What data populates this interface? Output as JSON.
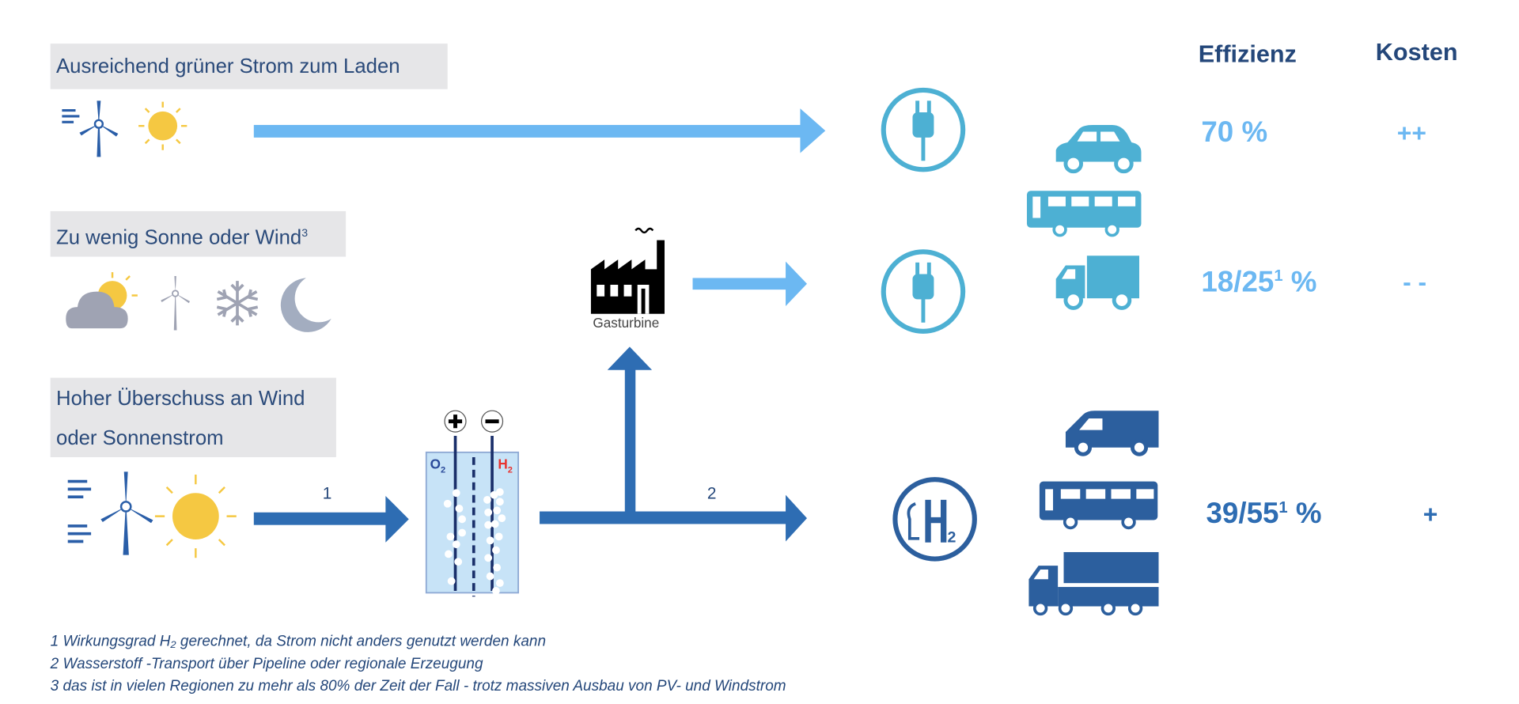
{
  "header": {
    "efficiency": "Effizienz",
    "cost": "Kosten"
  },
  "scenarios": [
    {
      "label": "Ausreichend grüner Strom zum Laden",
      "efficiency": "70 %",
      "cost": "++"
    },
    {
      "label": "Zu wenig Sonne  oder Wind",
      "label_sup": "3",
      "efficiency_main": "18/25",
      "efficiency_sup": "1",
      "efficiency_unit": " %",
      "cost": "- -"
    },
    {
      "label_line1": "Hoher Überschuss an Wind",
      "label_line2": "oder Sonnenstrom",
      "efficiency_main": "39/55",
      "efficiency_sup": "1",
      "efficiency_unit": " %",
      "cost": "+"
    }
  ],
  "factory_label": "Gasturbine",
  "arrow_labels": {
    "a1": "1",
    "a2": "2"
  },
  "electrolyzer": {
    "anode": "O",
    "cathode": "H",
    "subscript": "2"
  },
  "footnotes": [
    "1 Wirkungsgrad H₂ gerechnet, da Strom  nicht anders genutzt werden kann",
    "2 Wasserstoff -Transport über Pipeline oder regionale Erzeugung",
    "3 das ist in vielen Regionen zu mehr als 80% der Zeit der Fall - trotz massiven Ausbau von PV- und Windstrom"
  ],
  "colors": {
    "light_arrow": "#6cb8f2",
    "light_icon": "#4db0d3",
    "dark_blue": "#2e6db3",
    "text": "#24477a",
    "box_bg": "#e6e6e8"
  }
}
